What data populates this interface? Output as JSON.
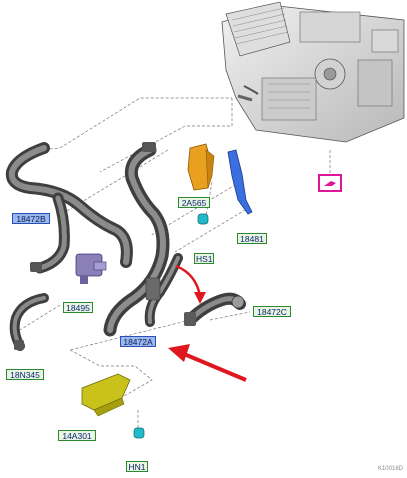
{
  "callouts": {
    "hose_18472b": "18472B",
    "bracket_2a565": "2A565",
    "bracket_18481": "18481",
    "clip_hs1": "HS1",
    "valve_18495": "18495",
    "hose_18472c": "18472C",
    "hose_18472a": "18472A",
    "hose_18n345": "18N345",
    "bracket_14a301": "14A301",
    "clip_hn1": "HN1"
  },
  "highlighted_part": "18472A",
  "doc_number": "K10016D",
  "colors": {
    "callout_border": "#2b8a2b",
    "callout_fill": "#e9f4e6",
    "highlight_fill": "#9bb7ee",
    "arrow_red": "#e0171f",
    "connector_magenta": "#e0169a",
    "bracket_orange": "#e9a020",
    "bracket_blue": "#3b6fe0",
    "valve_purple": "#8a7fb8",
    "bracket_yellow": "#c9c21a",
    "clip_cyan": "#22b9c8"
  }
}
